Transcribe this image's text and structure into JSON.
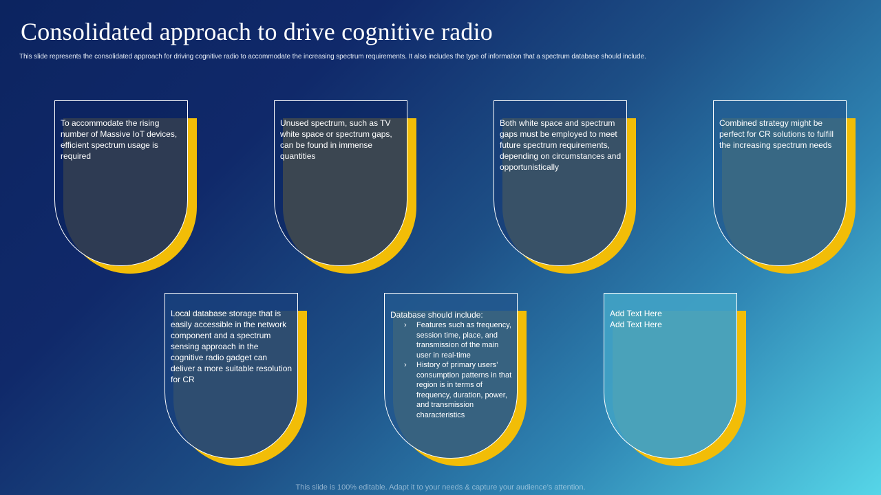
{
  "slide": {
    "title": "Consolidated approach to drive cognitive radio",
    "subtitle": "This slide represents the consolidated approach for driving cognitive radio to accommodate the increasing spectrum requirements. It also includes the type of information that a spectrum database should include.",
    "footer": "This slide is 100% editable. Adapt it to your needs & capture your audience’s attention."
  },
  "colors": {
    "accent_yellow": "#f2bd07",
    "background_dark": "#0c2460",
    "background_light": "#56d6e8",
    "card_border": "#ffffff"
  },
  "cards_top": [
    {
      "text": "To accommodate the rising number of Massive IoT devices, efficient spectrum usage is required"
    },
    {
      "text": "Unused spectrum, such as TV white space or spectrum gaps, can be found in immense quantities"
    },
    {
      "text": "Both white space and spectrum gaps must be employed to meet future spectrum requirements, depending on circumstances and opportunistically"
    },
    {
      "text": "Combined strategy might be perfect for CR solutions to fulfill the increasing spectrum needs"
    }
  ],
  "cards_bottom": [
    {
      "text": "Local database storage that is easily accessible in the network component and a spectrum sensing approach in the cognitive radio gadget can deliver a more suitable resolution for CR"
    },
    {
      "heading": "Database should include:",
      "bullet_icon": "chevron-right",
      "bullet_glyph": "›",
      "bullets": [
        "Features such as frequency, session time, place, and transmission of the main user in real-time",
        "History of primary users’ consumption patterns in that region is in terms of frequency, duration, power, and transmission characteristics"
      ]
    },
    {
      "lines": [
        "Add Text Here",
        "Add Text Here"
      ]
    }
  ]
}
